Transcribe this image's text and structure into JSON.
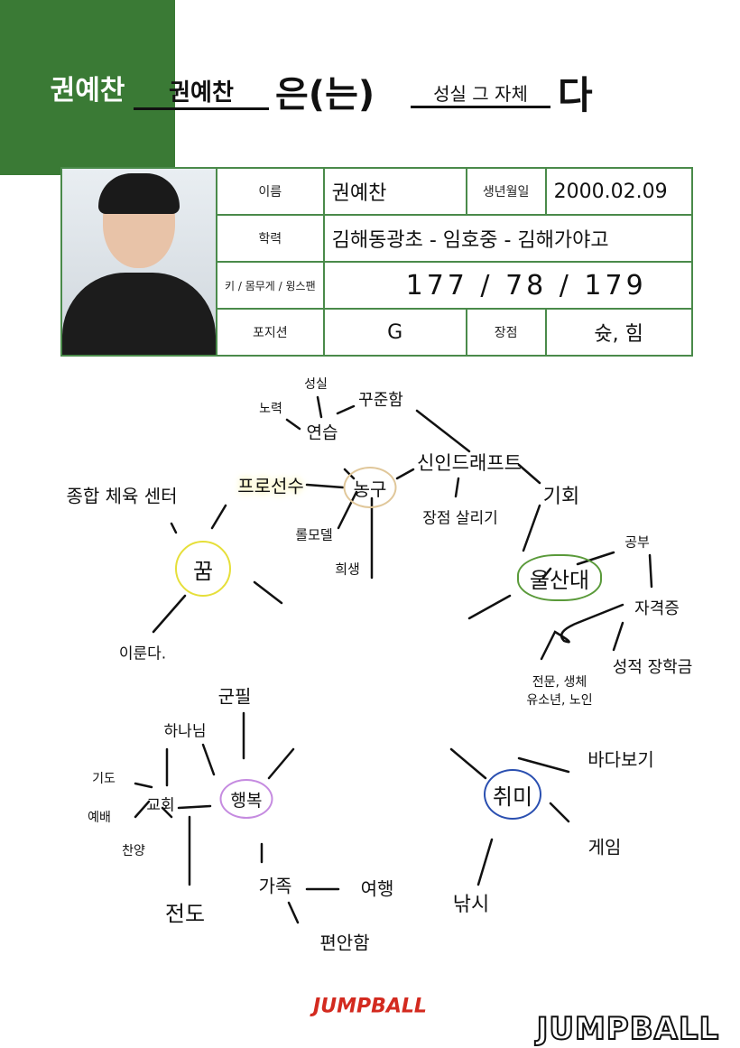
{
  "title": {
    "name": "권예찬",
    "particle": "은(는)",
    "trait": "성실 그 자체",
    "ending": "다"
  },
  "profile": {
    "name_label": "이름",
    "name": "권예찬",
    "birth_label": "생년월일",
    "birth": "2000.02.09",
    "edu_label": "학력",
    "edu": "김해동광초 - 임호중 - 김해가야고",
    "body_label": "키 / 몸무게 / 윙스팬",
    "body": "177 / 78 / 179",
    "pos_label": "포지션",
    "pos": "G",
    "strength_label": "장점",
    "strength": "슛, 힘"
  },
  "mindmap": {
    "center": "권예찬",
    "dream": {
      "label": "꿈",
      "items": [
        "종합 체육 센터",
        "프로선수",
        "이룬다."
      ]
    },
    "basketball": {
      "label": "농구",
      "practice": "연습",
      "practice_items": [
        "노력",
        "성실",
        "꾸준함"
      ],
      "draft": "신인드래프트",
      "draft_items": [
        "장점 살리기",
        "기회"
      ],
      "rolemodel": "롤모델",
      "sacrifice": "희생"
    },
    "university": {
      "label": "울산대",
      "study": "공부",
      "cert": "자격증",
      "cert_items": "전문, 생체\n유소년, 노인",
      "scholarship": "성적 장학금"
    },
    "hobby": {
      "label": "취미",
      "items": [
        "바다보기",
        "게임",
        "낚시"
      ]
    },
    "happiness": {
      "label": "행복",
      "god": "하나님",
      "military": "군필",
      "church": "교회",
      "church_items": [
        "기도",
        "예배",
        "찬양"
      ],
      "evangelism": "전도",
      "family": "가족",
      "trip": "여행",
      "comfort": "편안함"
    }
  },
  "logos": {
    "center": "JUMPBALL",
    "corner": "JUMPBALL"
  },
  "colors": {
    "center": "#3a7a35",
    "dream": "#e6df3a",
    "basketball": "#e0c79a",
    "university": "#5a9a3a",
    "hobby": "#2a4fb0",
    "happiness": "#c58be0",
    "logo_red": "#d32a1f"
  }
}
